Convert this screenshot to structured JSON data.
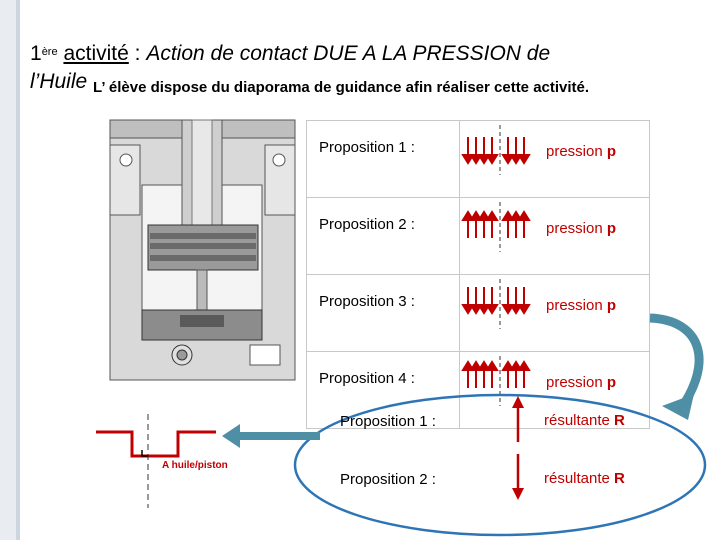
{
  "title": {
    "number": "1",
    "number_sup": "ère",
    "activity_word": "activité",
    "colon": " : ",
    "subject": "Action de contact DUE A LA PRESSION de",
    "subject_cont": "l’Huile",
    "instruction": "L’ élève dispose du diaporama de guidance afin réaliser cette activité."
  },
  "propositions": [
    {
      "label": "Proposition 1 :",
      "text": "pression ",
      "symbol": "p",
      "arrows": "down-down"
    },
    {
      "label": "Proposition 2 :",
      "text": "pression ",
      "symbol": "p",
      "arrows": "up-up"
    },
    {
      "label": "Proposition 3 :",
      "text": "pression ",
      "symbol": "p",
      "arrows": "down-down"
    },
    {
      "label": "Proposition 4 :",
      "text": "pression ",
      "symbol": "p",
      "arrows": "up-up"
    }
  ],
  "resultants": [
    {
      "label": "Proposition 1 :",
      "text": "résultante ",
      "symbol": "R",
      "arrow": "up"
    },
    {
      "label": "Proposition 2 :",
      "text": "résultante ",
      "symbol": "R",
      "arrow": "down"
    }
  ],
  "diagram_label": {
    "letter": "A",
    "subscript": " huile/piston"
  },
  "colors": {
    "red": "#c00000",
    "blue": "#2e75b6",
    "teal": "#4f8fa6",
    "border": "#c8c8c8"
  },
  "icons": [
    "piston-drawing",
    "pressure-arrows",
    "curved-arrow",
    "left-arrow",
    "oval-highlight"
  ]
}
